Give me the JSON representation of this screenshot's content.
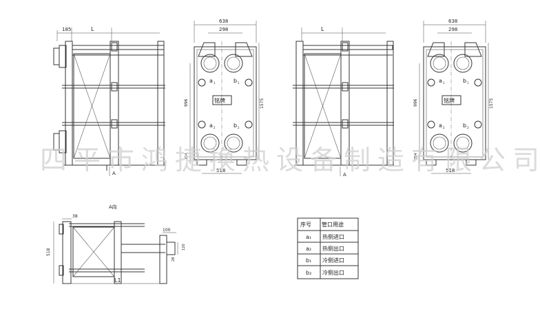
{
  "watermark": "四平市鸿捷换热设备制造有限公司",
  "front_view_left": {
    "dim_offset": "185",
    "dim_length": "L",
    "view_arrow": "A"
  },
  "plate_view_left": {
    "overall_width": "638",
    "port_spacing": "298",
    "height_center": "996",
    "overall_height": "1575",
    "bottom_offset": "254",
    "base_width": "518",
    "port_a1": "a",
    "port_b1": "b",
    "port_a2": "a",
    "port_b2": "b",
    "sub1": "1",
    "sub2": "2",
    "nameplate": "铭牌"
  },
  "front_view_right": {
    "dim_length": "L",
    "view_arrow": "A"
  },
  "plate_view_right": {
    "overall_width": "638",
    "port_spacing": "298",
    "height_center": "996",
    "overall_height": "1575",
    "bottom_offset": "254",
    "base_width": "518",
    "port_a1": "a",
    "port_b1": "b",
    "port_a2": "a",
    "port_b2": "b",
    "sub1": "1",
    "sub2": "2",
    "nameplate": "铭牌"
  },
  "top_view": {
    "title": "A向",
    "dim_38": "38",
    "dim_518": "518",
    "dim_100": "100",
    "dim_120": "120",
    "dim_28": "28",
    "dim_L1": "L1"
  },
  "port_table": {
    "headers": [
      "序号",
      "管口用途"
    ],
    "rows": [
      [
        "a₁",
        "热侧进口"
      ],
      [
        "a₂",
        "热侧出口"
      ],
      [
        "b₁",
        "冷侧进口"
      ],
      [
        "b₂",
        "冷侧出口"
      ]
    ]
  }
}
